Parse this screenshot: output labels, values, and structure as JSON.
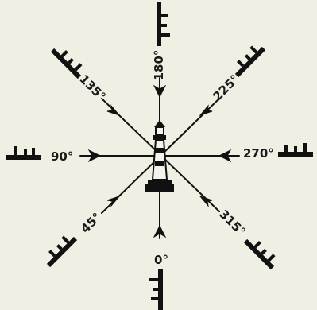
{
  "bearings": [
    {
      "id": "0",
      "label": "0°",
      "angle": 0
    },
    {
      "id": "45",
      "label": "45°",
      "angle": 45
    },
    {
      "id": "90",
      "label": "90°",
      "angle": 90
    },
    {
      "id": "135",
      "label": "135°",
      "angle": 135
    },
    {
      "id": "180",
      "label": "180°",
      "angle": 180
    },
    {
      "id": "225",
      "label": "225°",
      "angle": 225
    },
    {
      "id": "270",
      "label": "270°",
      "angle": 270
    },
    {
      "id": "315",
      "label": "315°",
      "angle": 315
    }
  ],
  "colors": {
    "ink": "#111111",
    "paper": "#efefe4"
  },
  "icons": {
    "center": "lighthouse-icon",
    "vessel": "ship-silhouette-icon",
    "arrow": "arrowhead-icon"
  }
}
